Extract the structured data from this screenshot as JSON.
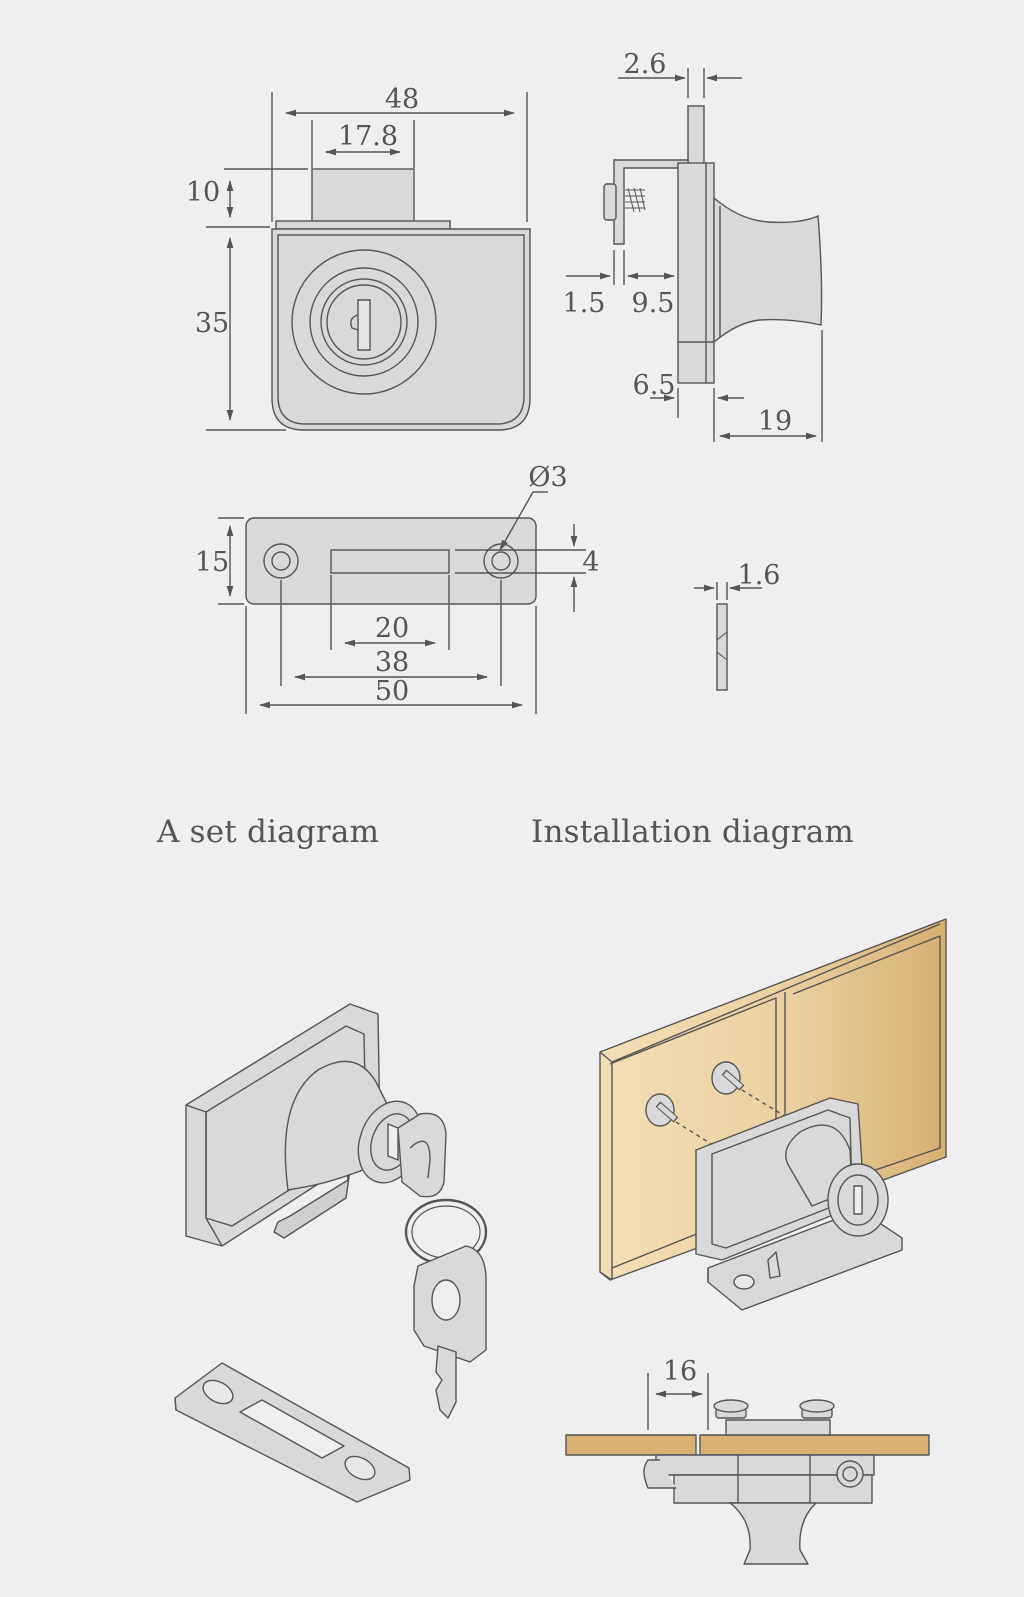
{
  "captions": {
    "set_diagram": "A set diagram",
    "installation_diagram": "Installation diagram"
  },
  "dimensions": {
    "front_width": "48",
    "cylinder_width": "17.8",
    "cylinder_height": "10",
    "body_height": "35",
    "hook_gap": "2.6",
    "side_offset_a": "1.5",
    "side_offset_b": "9.5",
    "plate_thickness": "6.5",
    "knob_depth": "19",
    "hole_diameter": "Ø3",
    "strike_height": "15",
    "hole_offset": "4",
    "slot_length": "20",
    "hole_spacing": "38",
    "strike_length": "50",
    "strike_thickness": "1.6",
    "glass_gap": "16"
  },
  "colors": {
    "background": "#efefef",
    "part_fill": "#d9d9d9",
    "line": "#555555",
    "wood_light": "#f3dfb5",
    "wood_dark": "#d9b173",
    "wood_edge": "#c9a15e"
  }
}
